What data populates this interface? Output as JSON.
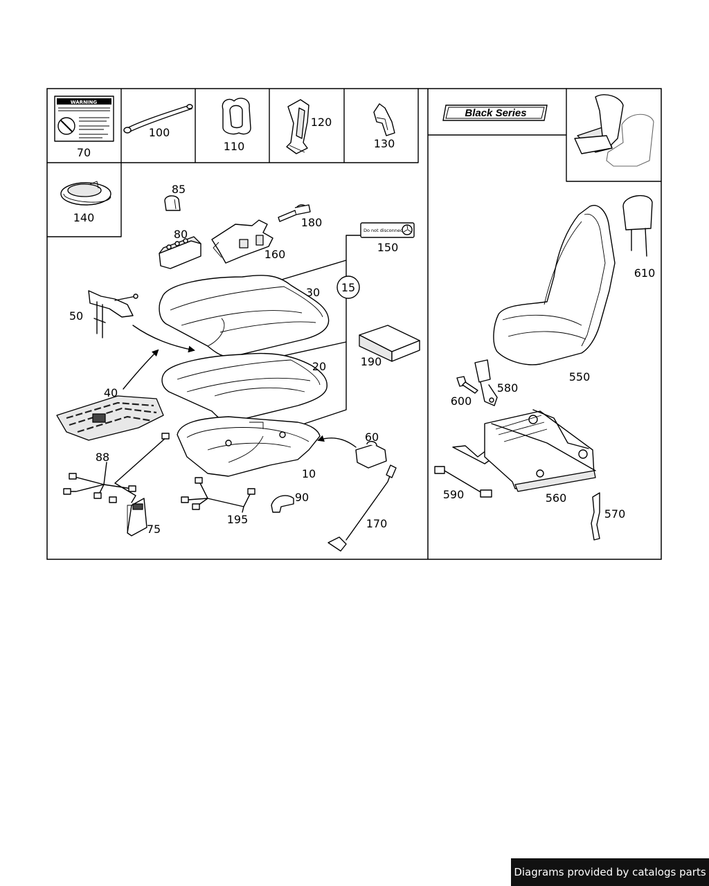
{
  "labels": {
    "p70": "70",
    "p100": "100",
    "p110": "110",
    "p120": "120",
    "p130": "130",
    "p140": "140",
    "p85": "85",
    "p180": "180",
    "p80": "80",
    "p160": "160",
    "p150": "150",
    "p30": "30",
    "p15": "15",
    "p50": "50",
    "p20": "20",
    "p190": "190",
    "p40": "40",
    "p60": "60",
    "p88": "88",
    "p10": "10",
    "p90": "90",
    "p195": "195",
    "p75": "75",
    "p170": "170",
    "p610": "610",
    "p550": "550",
    "p580": "580",
    "p600": "600",
    "p590": "590",
    "p560": "560",
    "p570": "570"
  },
  "badges": {
    "black_series": "Black Series",
    "do_not_disconnect": "Do not disconnect",
    "warning": "WARNING"
  },
  "footer": {
    "text": "Diagrams provided by catalogs parts"
  }
}
